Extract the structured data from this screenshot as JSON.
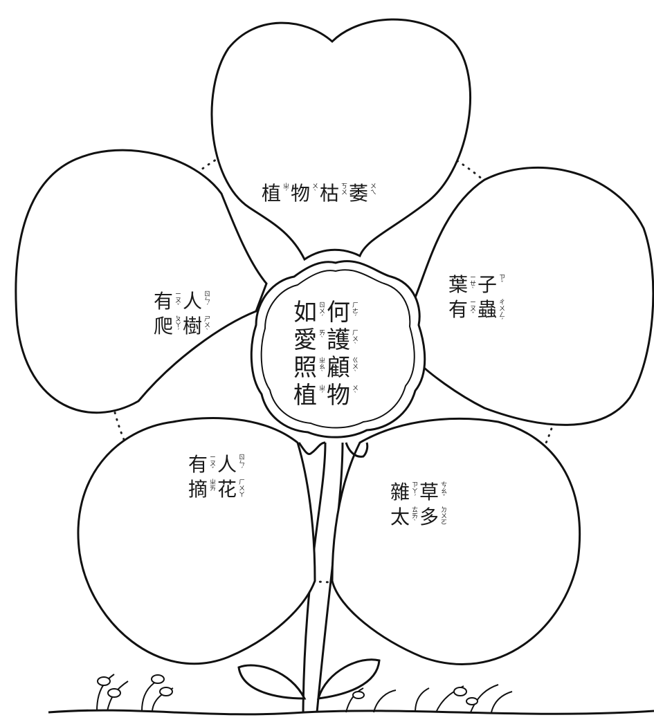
{
  "diagram": {
    "center": {
      "lines": [
        [
          {
            "char": "如",
            "zhuyin": "ㄖㄨˊ"
          },
          {
            "char": "何",
            "zhuyin": "ㄏㄜˊ"
          }
        ],
        [
          {
            "char": "愛",
            "zhuyin": "ㄞˋ"
          },
          {
            "char": "護",
            "zhuyin": "ㄏㄨˋ"
          }
        ],
        [
          {
            "char": "照",
            "zhuyin": "ㄓㄠˋ"
          },
          {
            "char": "顧",
            "zhuyin": "ㄍㄨˋ"
          }
        ],
        [
          {
            "char": "植",
            "zhuyin": "ㄓˊ"
          },
          {
            "char": "物",
            "zhuyin": "ㄨˋ"
          }
        ]
      ]
    },
    "petals": {
      "top": {
        "lines": [
          [
            {
              "char": "植",
              "zhuyin": "ㄓˊ"
            },
            {
              "char": "物",
              "zhuyin": "ㄨˋ"
            },
            {
              "char": "枯",
              "zhuyin": "ㄎㄨ"
            },
            {
              "char": "萎",
              "zhuyin": "ㄨㄟ"
            }
          ]
        ]
      },
      "upper_left": {
        "lines": [
          [
            {
              "char": "有",
              "zhuyin": "ㄧㄡˇ"
            },
            {
              "char": "人",
              "zhuyin": "ㄖㄣˊ"
            }
          ],
          [
            {
              "char": "爬",
              "zhuyin": "ㄆㄚˊ"
            },
            {
              "char": "樹",
              "zhuyin": "ㄕㄨˋ"
            }
          ]
        ]
      },
      "upper_right": {
        "lines": [
          [
            {
              "char": "葉",
              "zhuyin": "ㄧㄝˋ"
            },
            {
              "char": "子",
              "zhuyin": "ㄗˇ"
            }
          ],
          [
            {
              "char": "有",
              "zhuyin": "ㄧㄡˇ"
            },
            {
              "char": "蟲",
              "zhuyin": "ㄔㄨㄥˊ"
            }
          ]
        ]
      },
      "lower_left": {
        "lines": [
          [
            {
              "char": "有",
              "zhuyin": "ㄧㄡˇ"
            },
            {
              "char": "人",
              "zhuyin": "ㄖㄣˊ"
            }
          ],
          [
            {
              "char": "摘",
              "zhuyin": "ㄓㄞ"
            },
            {
              "char": "花",
              "zhuyin": "ㄏㄨㄚ"
            }
          ]
        ]
      },
      "lower_right": {
        "lines": [
          [
            {
              "char": "雜",
              "zhuyin": "ㄗㄚˊ"
            },
            {
              "char": "草",
              "zhuyin": "ㄘㄠˇ"
            }
          ],
          [
            {
              "char": "太",
              "zhuyin": "ㄊㄞˋ"
            },
            {
              "char": "多",
              "zhuyin": "ㄉㄨㄛ"
            }
          ]
        ]
      }
    }
  }
}
